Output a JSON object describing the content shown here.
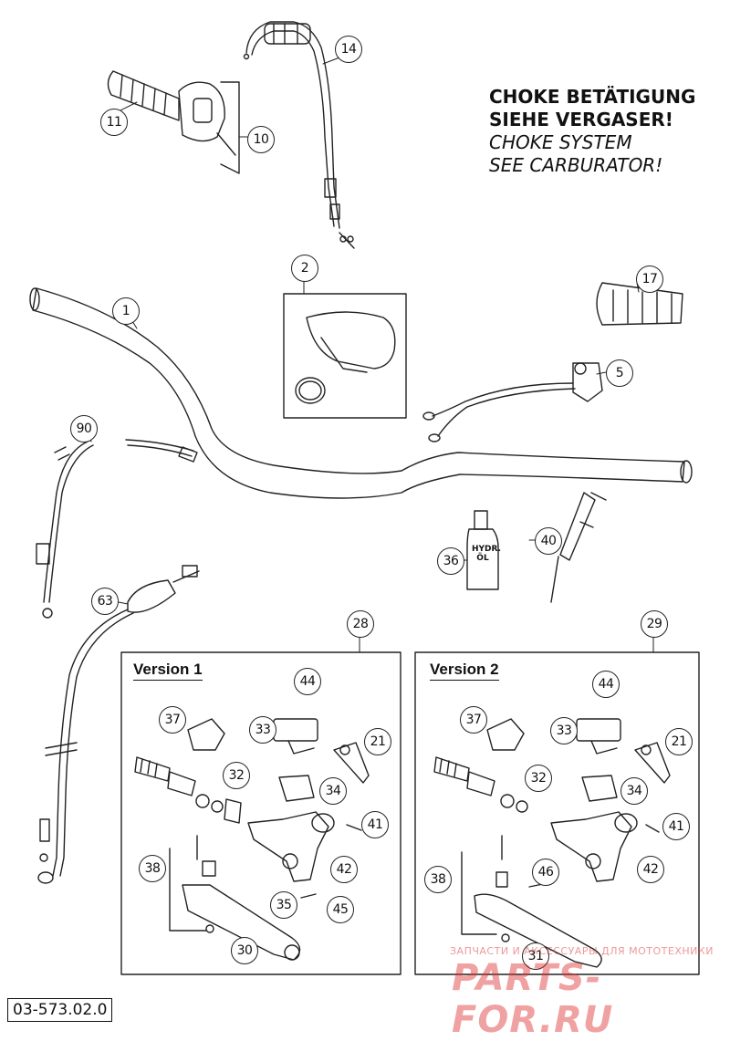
{
  "note": {
    "line1": "CHOKE BETÄTIGUNG",
    "line2": "SIEHE VERGASER!",
    "line3": "CHOKE SYSTEM",
    "line4": "SEE CARBURATOR!"
  },
  "panels": {
    "version1": "Version 1",
    "version2": "Version 2"
  },
  "oil_bottle": {
    "line1": "HYDR.",
    "line2": "ÖL"
  },
  "callouts": {
    "c14": "14",
    "c11": "11",
    "c10": "10",
    "c2": "2",
    "c17": "17",
    "c1": "1",
    "c5": "5",
    "c90": "90",
    "c36": "36",
    "c40": "40",
    "c63": "63",
    "c28": "28",
    "c29": "29",
    "v1_44": "44",
    "v1_37": "37",
    "v1_33": "33",
    "v1_21": "21",
    "v1_32": "32",
    "v1_34": "34",
    "v1_41": "41",
    "v1_38": "38",
    "v1_42": "42",
    "v1_35": "35",
    "v1_45": "45",
    "v1_30": "30",
    "v2_44": "44",
    "v2_37": "37",
    "v2_33": "33",
    "v2_21": "21",
    "v2_32": "32",
    "v2_34": "34",
    "v2_41": "41",
    "v2_38": "38",
    "v2_46": "46",
    "v2_42": "42",
    "v2_31": "31"
  },
  "part_number": "03-573.02.0",
  "watermark": {
    "small": "ЗАПЧАСТИ И АКСЕССУАРЫ ДЛЯ МОТОТЕХНИКИ",
    "big": "PARTS-FOR.RU"
  },
  "colors": {
    "line": "#222222",
    "watermark": "#e03030"
  }
}
